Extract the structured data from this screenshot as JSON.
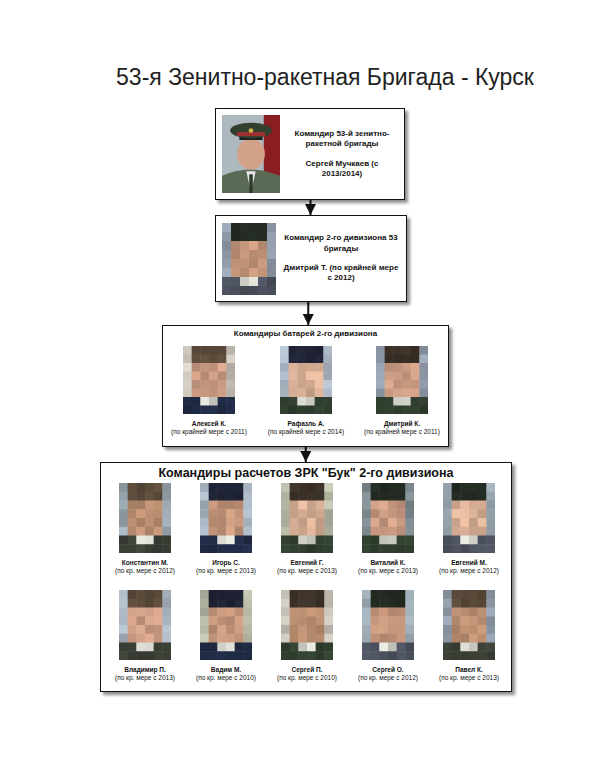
{
  "diagram": {
    "title": "53-я Зенитно-ракетная Бригада - Курск",
    "nodes": [
      {
        "text": [
          "Командир 53-й зенитно-ракетной бригады",
          "Сергей Мучкаев (с 2013/2014)"
        ]
      },
      {
        "text": [
          "Командир 2-го дивизиона 53 бригады",
          "Дмитрий Т. (по крайней мере с 2012)"
        ]
      },
      {
        "text": [
          "Командиры батарей 2-го дивизиона"
        ]
      },
      {
        "text": [
          "Алексей К.",
          "(по крайней мере с 2011)"
        ],
        "in": 2
      },
      {
        "text": [
          "Рафазль А.",
          "(по крайней мере с 2014)"
        ],
        "in": 2
      },
      {
        "text": [
          "Дмитрий К.",
          "(по крайней мере с 2011)"
        ],
        "in": 2
      },
      {
        "text": [
          "Командиры расчетов ЗРК \"Бук\" 2-го дивизиона"
        ]
      },
      {
        "text": [
          "Константин М.",
          "(по кр. мере с 2012)"
        ],
        "in": 6
      },
      {
        "text": [
          "Игорь С.",
          "(по кр. мере с 2013)"
        ],
        "in": 6
      },
      {
        "text": [
          "Евгений Г.",
          "(по кр. мере с 2013)"
        ],
        "in": 6
      },
      {
        "text": [
          "Виталий К.",
          "(по кр. мере с 2013)"
        ],
        "in": 6
      },
      {
        "text": [
          "Евгений М.",
          "(по кр. мере с 2012)"
        ],
        "in": 6
      },
      {
        "text": [
          "Владимир П.",
          "(по кр. мере с 2013)"
        ],
        "in": 6
      },
      {
        "text": [
          "Вадим М.",
          "(по кр. мере с 2010)"
        ],
        "in": 6
      },
      {
        "text": [
          "Сергей П.",
          "(по кр. мере с 2010)"
        ],
        "in": 6
      },
      {
        "text": [
          "Сергей О.",
          "(по кр. мере с 2012)"
        ],
        "in": 6
      },
      {
        "text": [
          "Павел К.",
          "(по кр. мере с 2013)"
        ],
        "in": 6
      }
    ],
    "edges": [
      {
        "from": 0,
        "to": 1,
        "arrow": "to"
      },
      {
        "from": 1,
        "to": 2,
        "arrow": "to"
      },
      {
        "from": 2,
        "to": 6,
        "arrow": "to"
      }
    ]
  }
}
